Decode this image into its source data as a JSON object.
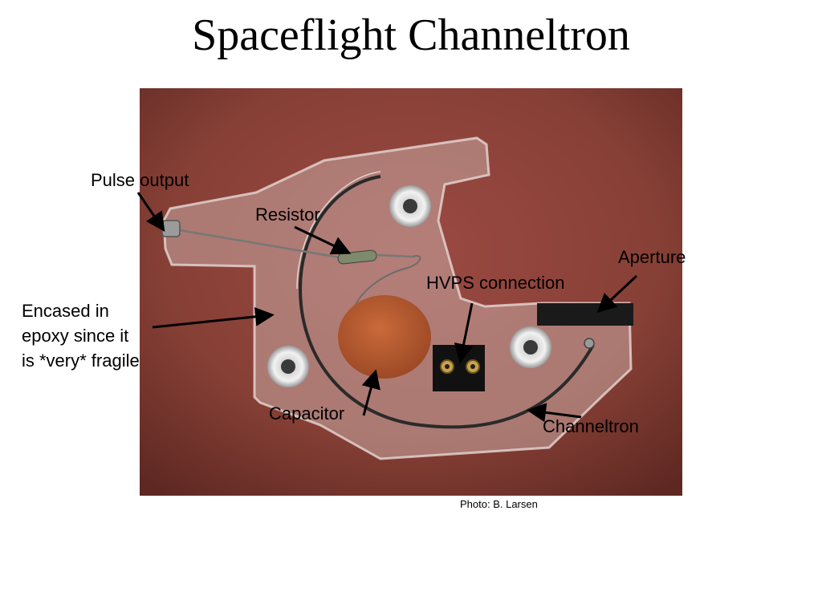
{
  "slide": {
    "title": "Spaceflight Channeltron"
  },
  "annotations": {
    "pulse_output": "Pulse output",
    "resistor": "Resistor",
    "aperture": "Aperture",
    "hvps_connection": "HVPS connection",
    "epoxy_line1": "Encased in",
    "epoxy_line2": "epoxy since it",
    "epoxy_line3": "is *very* fragile",
    "capacitor": "Capacitor",
    "channeltron": "Channeltron"
  },
  "credit": "Photo: B. Larsen",
  "colors": {
    "background_fabric": "#8a3c35",
    "capacitor": "#b85a2e",
    "text": "#000000"
  }
}
